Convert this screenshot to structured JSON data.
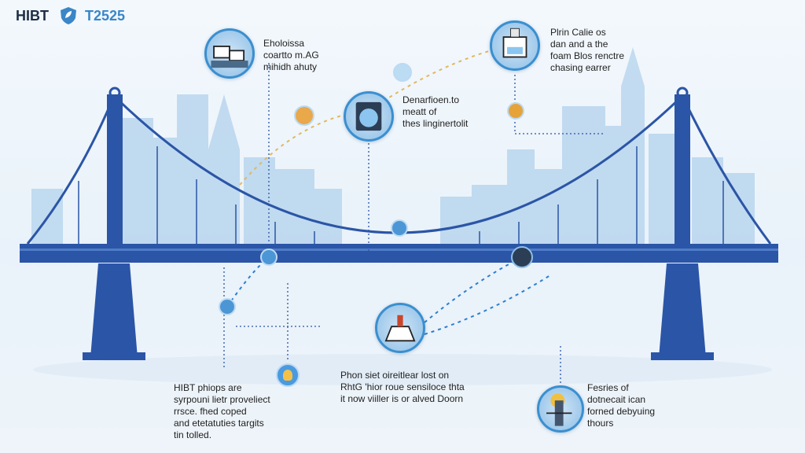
{
  "header": {
    "brand_left": "HIBT",
    "brand_right": "T2525",
    "logo_icon": "shield-leaf-icon"
  },
  "callouts": [
    {
      "id": "top-left",
      "lines": [
        "Eholoissa",
        "coartto m.AG",
        "mihidh ahuty"
      ],
      "icon": "machinery-icon"
    },
    {
      "id": "center",
      "lines": [
        "Denarfioen.to",
        "meatt of",
        "thes linginertolit"
      ],
      "icon": "globe-computer-icon"
    },
    {
      "id": "top-right",
      "lines": [
        "Plrin Calie os",
        "dan and a the",
        "foam Blos renctre",
        "chasing earrer"
      ],
      "icon": "building-icon"
    },
    {
      "id": "bottom-center",
      "lines": [
        "Phon siet oireitlear lost on",
        "RhtG 'hior roue sensiloce thta",
        "it now viiller is or alved Doorn"
      ],
      "icon": "monument-icon"
    },
    {
      "id": "bottom-left",
      "lines": [
        "HIBT phiops are",
        "syrpouni lietr proveliect",
        "rrsce. fhed coped",
        "and etetatuties targits",
        "tin tolled."
      ],
      "icon": "lightbulb-icon"
    },
    {
      "id": "bottom-right",
      "lines": [
        "Fesries of",
        "dotnecait ican",
        "forned debyuing",
        "thours"
      ],
      "icon": "tower-icon"
    }
  ],
  "colors": {
    "bridge": "#2b55a6",
    "bridge_dark": "#1f4590",
    "accent": "#3a8fd0",
    "dash_gold": "#e0b860",
    "skyline": "#a9cbea"
  }
}
